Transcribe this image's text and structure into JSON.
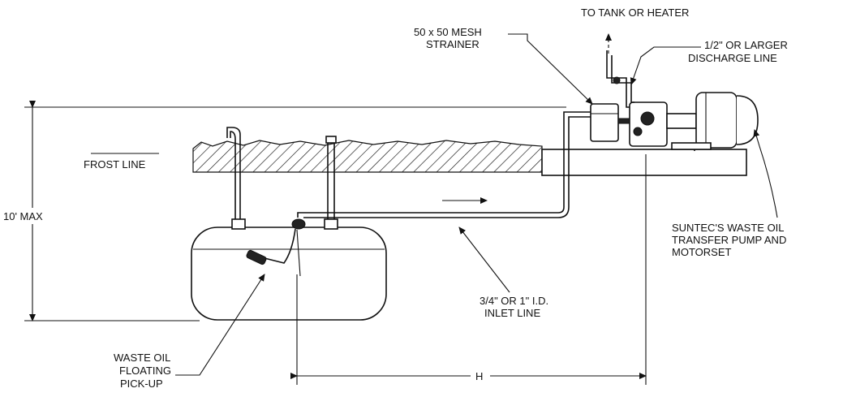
{
  "labels": {
    "to_tank": "TO TANK OR HEATER",
    "mesh_1": "50 x 50 MESH",
    "mesh_2": "STRAINER",
    "discharge_1": "1/2\" OR LARGER",
    "discharge_2": "DISCHARGE LINE",
    "frost": "FROST LINE",
    "max": "10' MAX",
    "pump_1": "SUNTEC'S WASTE OIL",
    "pump_2": "TRANSFER PUMP AND",
    "pump_3": "MOTORSET",
    "inlet_1": "3/4\" OR 1\" I.D.",
    "inlet_2": "INLET LINE",
    "pickup_1": "WASTE OIL",
    "pickup_2": "FLOATING",
    "pickup_3": "PICK-UP",
    "h": "H"
  }
}
